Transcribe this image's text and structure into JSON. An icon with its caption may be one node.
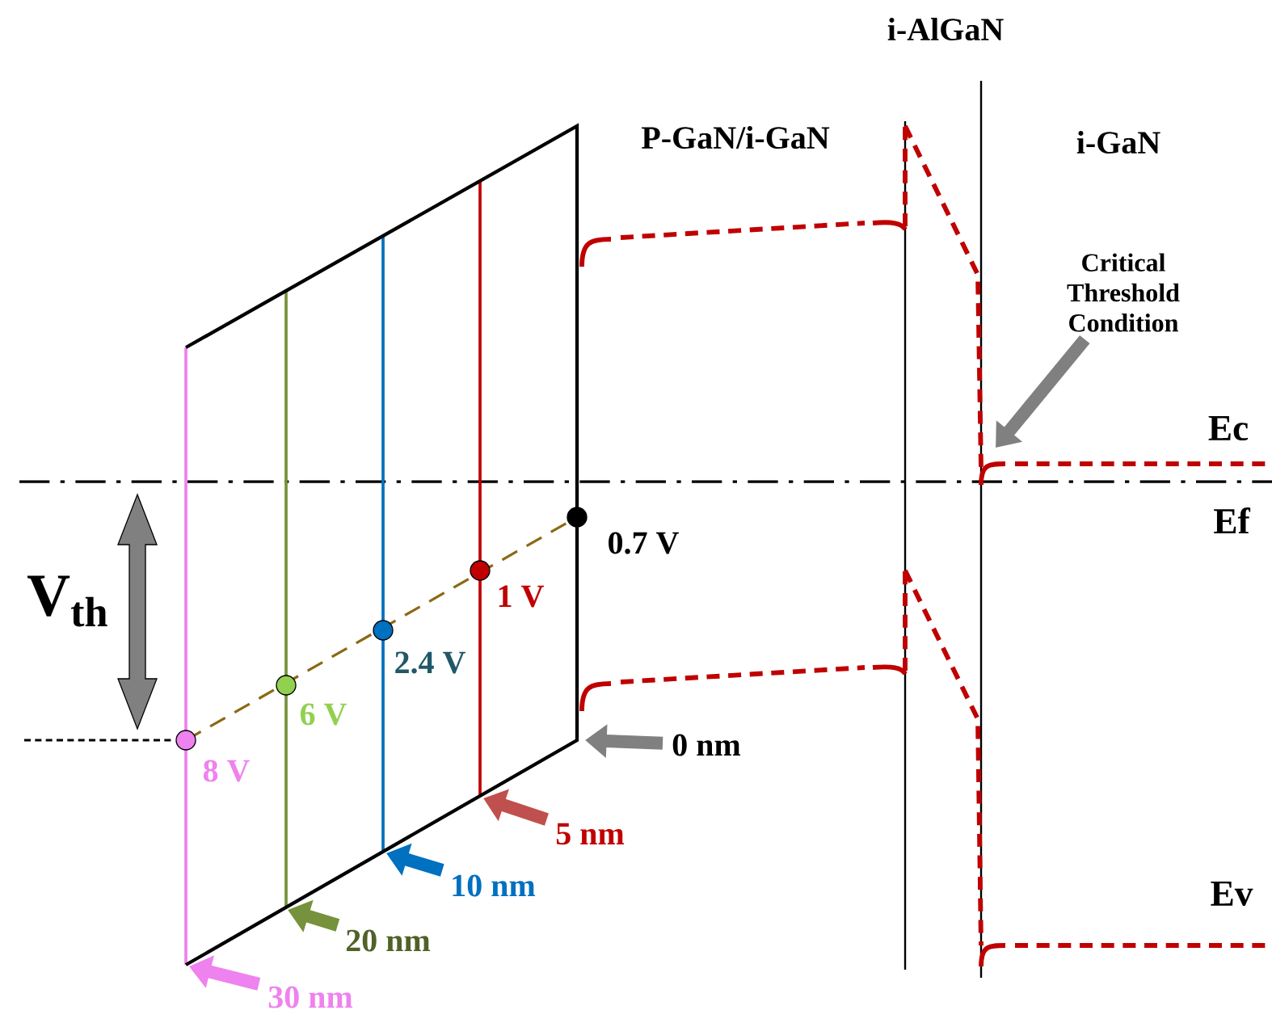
{
  "diagram": {
    "nodes": [
      {
        "text": [
          "Critical Threshold Condition"
        ]
      },
      {
        "text": [
          "0 nm"
        ]
      },
      {
        "text": [
          "5 nm"
        ]
      },
      {
        "text": [
          "10 nm"
        ]
      },
      {
        "text": [
          "20 nm"
        ]
      },
      {
        "text": [
          "30 nm"
        ]
      }
    ],
    "edges": [
      {
        "from": 0,
        "to": null,
        "arrow": "to"
      },
      {
        "from": 1,
        "to": null,
        "arrow": "to"
      },
      {
        "from": 2,
        "to": null,
        "arrow": "to",
        "color": "#c0504d"
      },
      {
        "from": 3,
        "to": null,
        "arrow": "to",
        "color": "#0070c0"
      },
      {
        "from": 4,
        "to": null,
        "arrow": "to",
        "color": "#76923c"
      },
      {
        "from": 5,
        "to": null,
        "arrow": "to",
        "color": "#ee82ee"
      }
    ],
    "labels": [
      "i-AlGaN",
      "P-GaN/i-GaN",
      "i-GaN",
      "Ec",
      "Ef",
      "0.7 V",
      "V$_{th}$",
      "1 V",
      "2.4 V",
      "6 V",
      "8 V",
      "Ev"
    ]
  }
}
